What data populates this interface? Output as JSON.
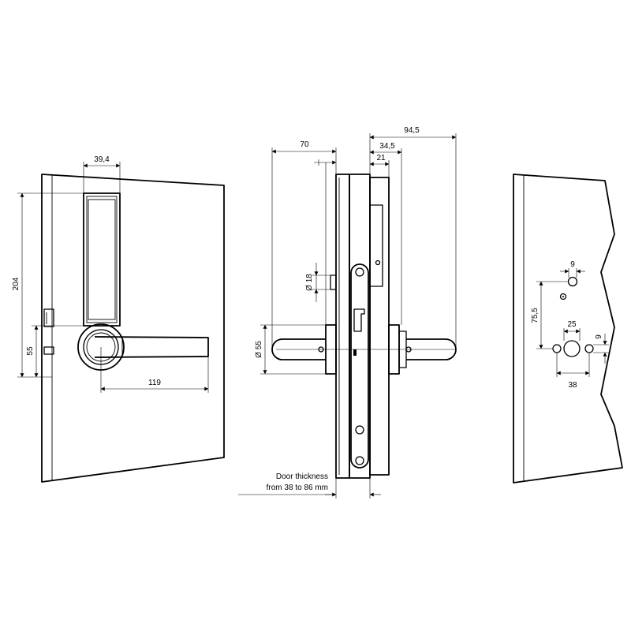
{
  "front_view": {
    "dim_width": "39,4",
    "dim_height": "204",
    "dim_handle_height": "55",
    "dim_handle_length": "119"
  },
  "side_view": {
    "dim_70": "70",
    "dim_94_5": "94,5",
    "dim_34_5": "34,5",
    "dim_21": "21",
    "dim_cylinder": "Ø 18",
    "dim_rose": "Ø 55",
    "door_thickness_line1": "Door thickness",
    "door_thickness_line2": "from 38 to 86 mm"
  },
  "drilling_view": {
    "dim_top_hole": "9",
    "dim_spacing": "75,5",
    "dim_center": "25",
    "dim_side_hole": "9",
    "dim_span": "38"
  }
}
